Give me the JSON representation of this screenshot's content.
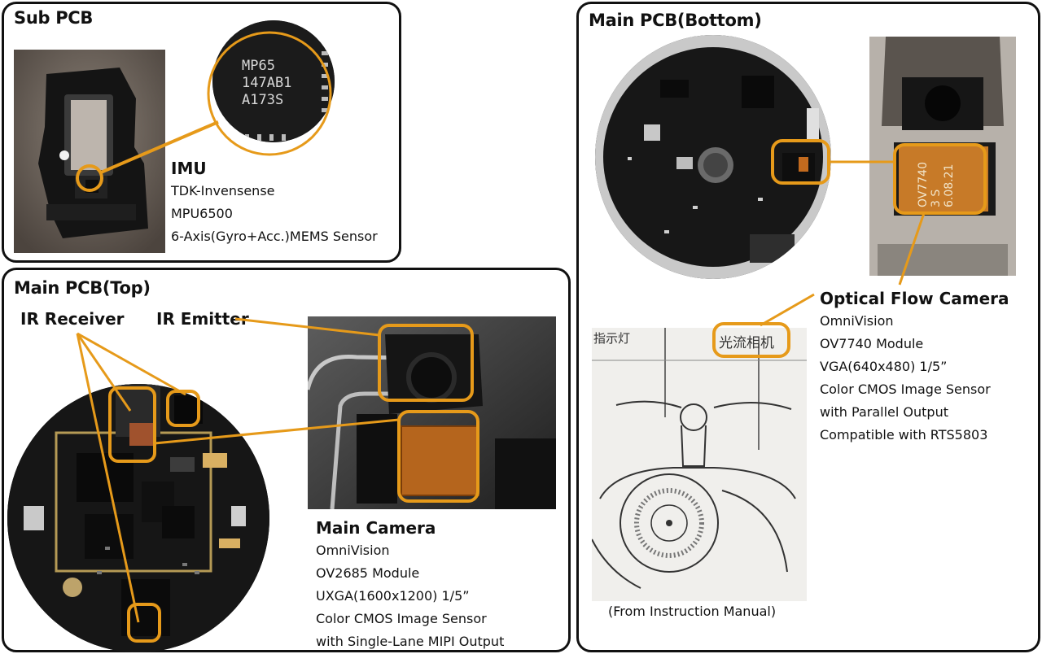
{
  "colors": {
    "accent": "#e69a1a",
    "border": "#111111"
  },
  "sub_pcb": {
    "title": "Sub PCB",
    "chip_text": [
      "MP65",
      "147AB1",
      "A173S"
    ],
    "imu": {
      "heading": "IMU",
      "lines": [
        "TDK-Invensense",
        "MPU6500",
        "6-Axis(Gyro+Acc.)MEMS Sensor"
      ]
    }
  },
  "main_top": {
    "title": "Main PCB(Top)",
    "ir_receiver": "IR Receiver",
    "ir_emitter": "IR Emitter",
    "camera": {
      "heading": "Main Camera",
      "lines": [
        "OmniVision",
        "OV2685 Module",
        "UXGA(1600x1200) 1/5”",
        "Color CMOS Image Sensor",
        "with Single-Lane MIPI Output"
      ]
    }
  },
  "main_bottom": {
    "title": "Main PCB(Bottom)",
    "flex_text": [
      "OV7740",
      "3 S",
      "6.08.21"
    ],
    "optical": {
      "heading": "Optical Flow Camera",
      "lines": [
        "OmniVision",
        "OV7740 Module",
        "VGA(640x480) 1/5”",
        "Color CMOS Image Sensor",
        "with Parallel Output",
        "Compatible with RTS5803"
      ]
    },
    "manual_header": "指示灯",
    "manual_label": "光流相机",
    "caption": "(From Instruction Manual)"
  }
}
